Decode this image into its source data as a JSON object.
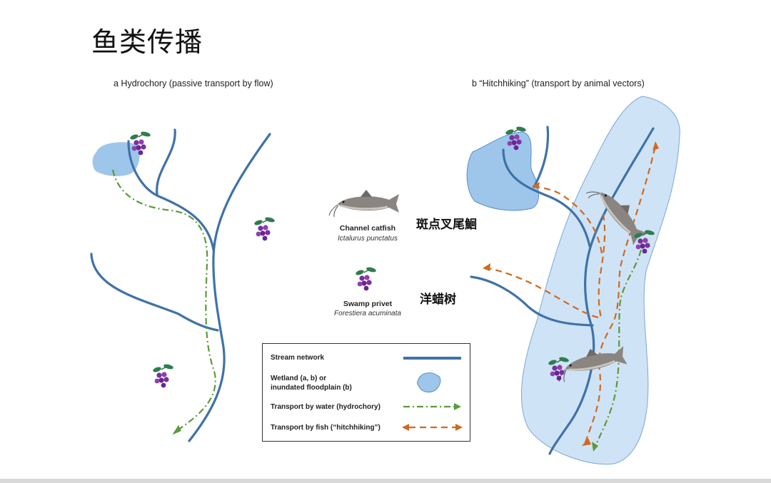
{
  "slide": {
    "title": "鱼类传播",
    "panel_a_caption": "a  Hydrochory (passive transport by flow)",
    "panel_b_caption": "b “Hitchhiking” (transport by animal vectors)"
  },
  "species": {
    "catfish": {
      "common": "Channel catfish",
      "scientific": "Ictalurus punctatus",
      "chinese": "斑点叉尾鮰"
    },
    "privet": {
      "common": "Swamp privet",
      "scientific": "Forestiera acuminata",
      "chinese": "洋蜡树"
    }
  },
  "legend": {
    "stream": "Stream network",
    "wetland_line1": "Wetland (a, b) or",
    "wetland_line2": "inundated floodplain (b)",
    "water": "Transport by water (hydrochory)",
    "fish": "Transport by fish  (“hitchhiking”)"
  },
  "colors": {
    "stream": "#3f72a8",
    "wetland_fill": "#9ec6ea",
    "floodplain_fill": "#cfe3f6",
    "water_arrow": "#5c9a3a",
    "fish_arrow": "#d2691e",
    "berry": "#7b2f9e",
    "leaf": "#2e7d4f"
  }
}
